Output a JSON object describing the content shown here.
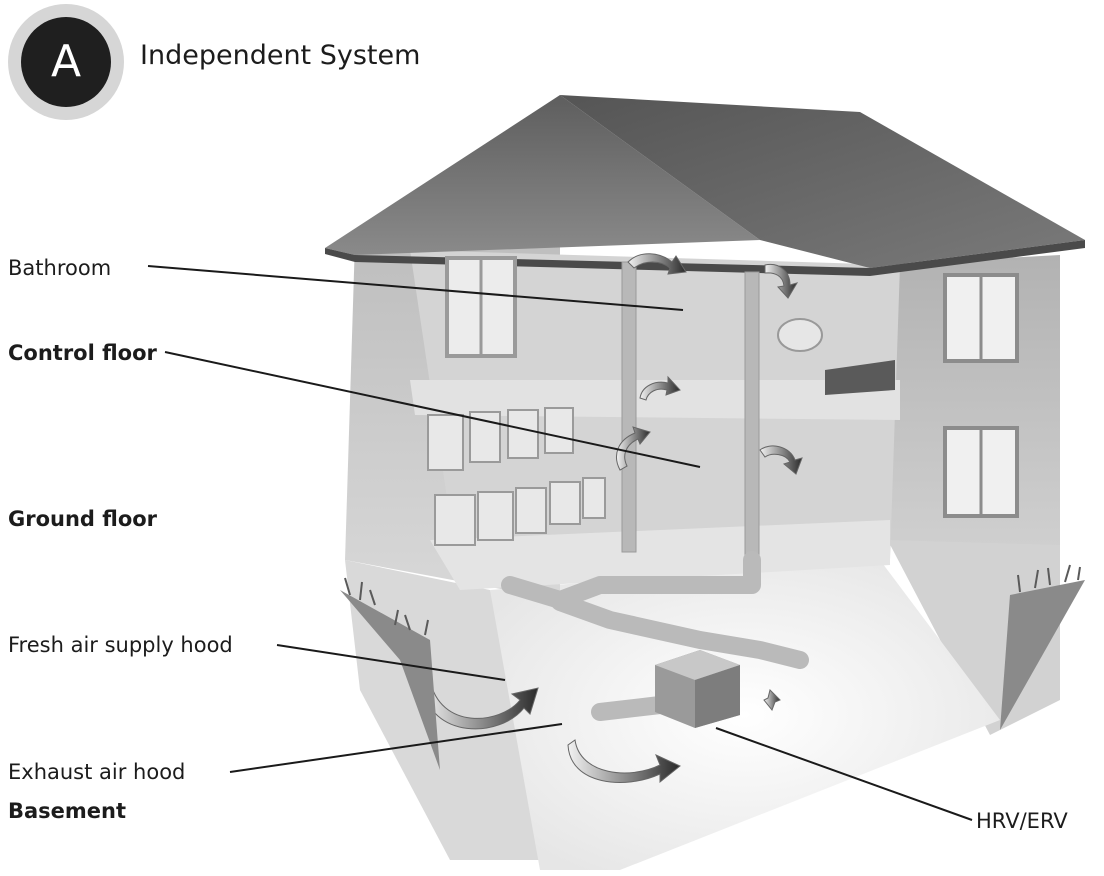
{
  "header": {
    "badge_letter": "A",
    "title": "Independent System"
  },
  "labels": {
    "bathroom": "Bathroom",
    "control_floor": "Control floor",
    "ground_floor": "Ground floor",
    "fresh_air_supply_hood": "Fresh air supply hood",
    "exhaust_air_hood": "Exhaust air hood",
    "basement": "Basement",
    "hrv_erv": "HRV/ERV"
  },
  "icons": [
    "house-cutaway-illustration",
    "airflow-arrow-icon",
    "hrv-erv-unit-icon",
    "duct-icon"
  ],
  "colors": {
    "badge_dark": "#1f1f1f",
    "badge_ring": "#d6d6d6",
    "roof": "#6e6e6e",
    "walls": "#c9c9c9"
  }
}
